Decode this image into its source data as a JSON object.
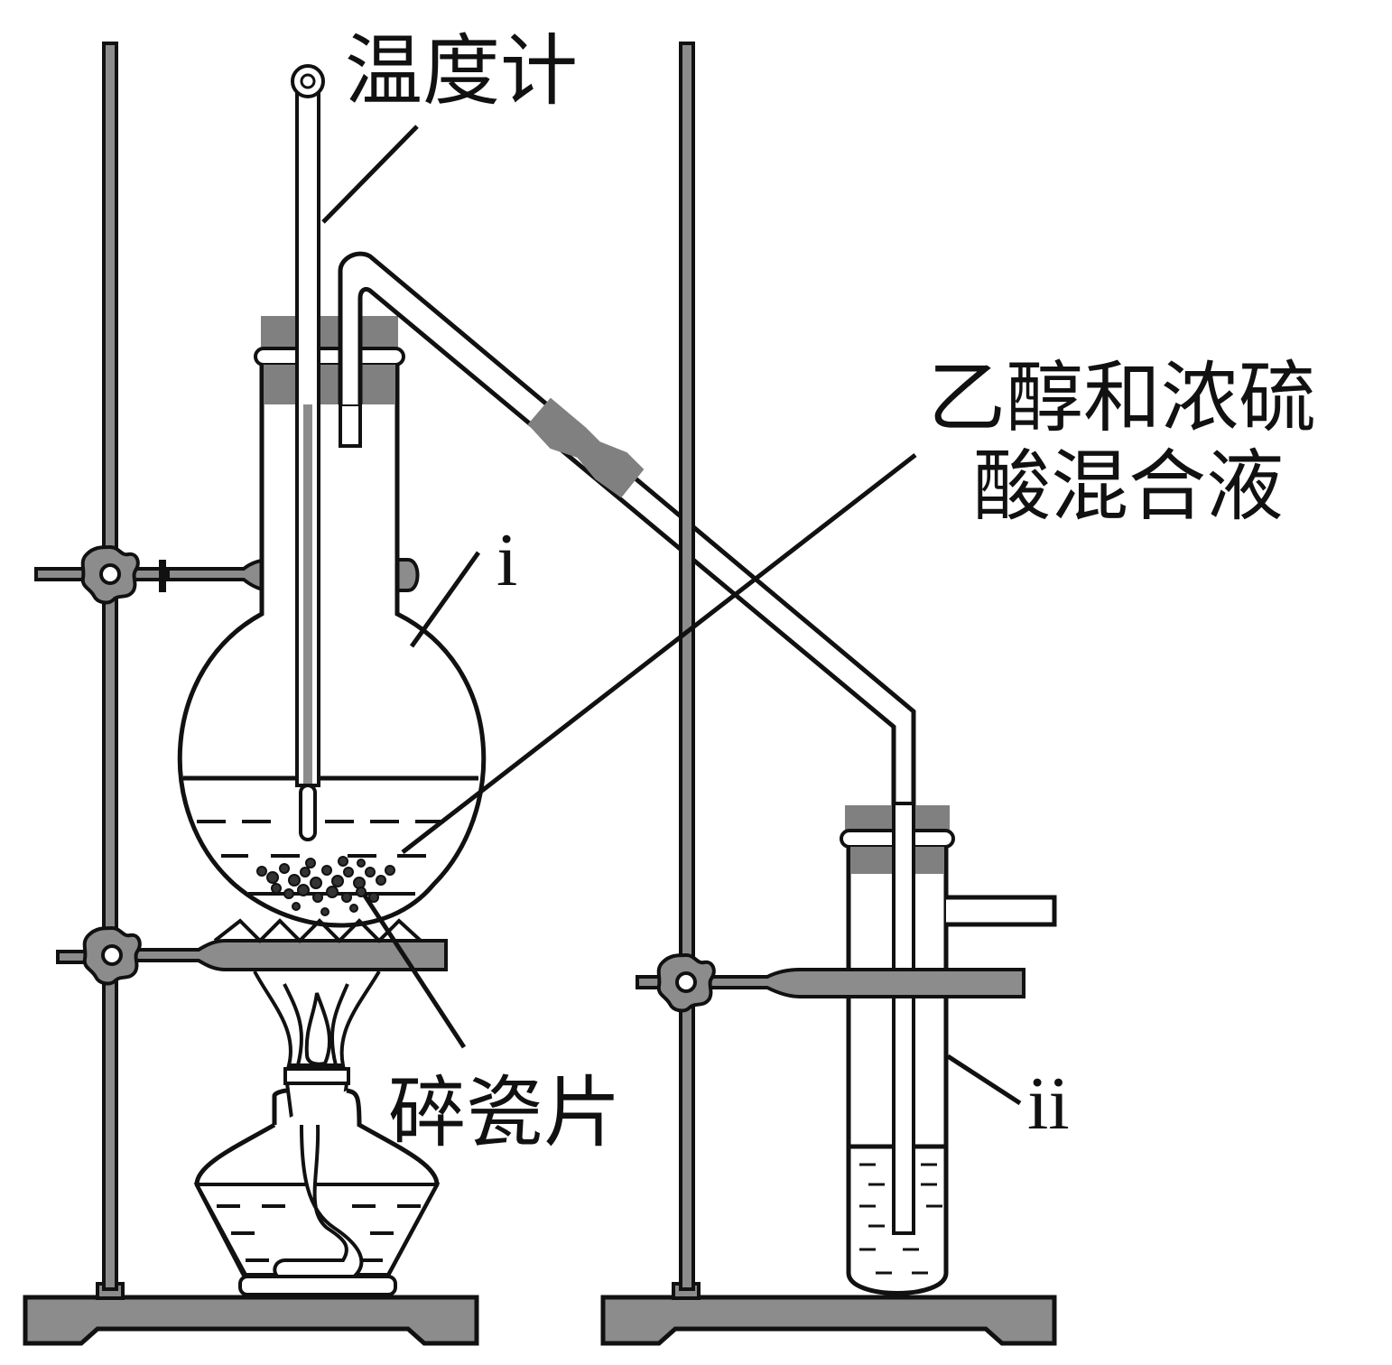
{
  "labels": {
    "thermometer": "温度计",
    "mixture_line1": "乙醇和浓硫",
    "mixture_line2": "酸混合液",
    "flask_marker": "i",
    "porcelain": "碎瓷片",
    "tube_marker": "ii"
  },
  "colors": {
    "line": "#111111",
    "metal": "#8c8c8c",
    "stopper": "#808080",
    "glass": "#ffffff"
  }
}
